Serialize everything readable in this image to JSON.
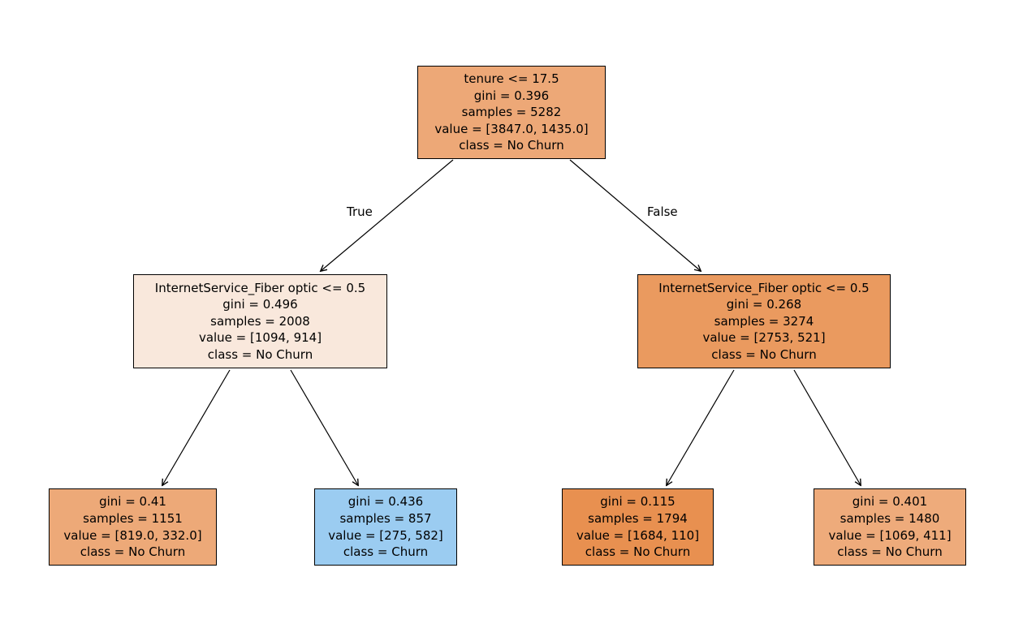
{
  "tree": {
    "edge_labels": {
      "left": "True",
      "right": "False"
    },
    "nodes": {
      "root": {
        "split": "tenure <= 17.5",
        "gini": "gini = 0.396",
        "samples": "samples = 5282",
        "value": "value = [3847.0, 1435.0]",
        "class_label": "class = No Churn",
        "fill": "#eda877"
      },
      "left_internal": {
        "split": "InternetService_Fiber optic <= 0.5",
        "gini": "gini = 0.496",
        "samples": "samples = 2008",
        "value": "value = [1094, 914]",
        "class_label": "class = No Churn",
        "fill": "#f9e8dc"
      },
      "right_internal": {
        "split": "InternetService_Fiber optic <= 0.5",
        "gini": "gini = 0.268",
        "samples": "samples = 3274",
        "value": "value = [2753, 521]",
        "class_label": "class = No Churn",
        "fill": "#ea9a5f"
      },
      "leaf_1": {
        "gini": "gini = 0.41",
        "samples": "samples = 1151",
        "value": "value = [819.0, 332.0]",
        "class_label": "class = No Churn",
        "fill": "#eda978"
      },
      "leaf_2": {
        "gini": "gini = 0.436",
        "samples": "samples = 857",
        "value": "value = [275, 582]",
        "class_label": "class = Churn",
        "fill": "#9bccf1"
      },
      "leaf_3": {
        "gini": "gini = 0.115",
        "samples": "samples = 1794",
        "value": "value = [1684, 110]",
        "class_label": "class = No Churn",
        "fill": "#e89050"
      },
      "leaf_4": {
        "gini": "gini = 0.401",
        "samples": "samples = 1480",
        "value": "value = [1069, 411]",
        "class_label": "class = No Churn",
        "fill": "#eeab7b"
      }
    }
  }
}
